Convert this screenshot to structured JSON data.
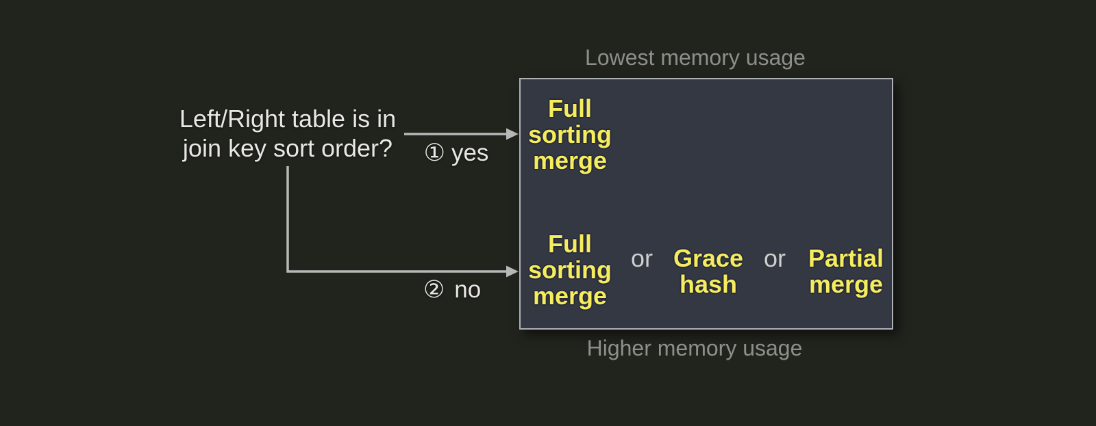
{
  "question": {
    "line1": "Left/Right table is in",
    "line2": "join key sort order?"
  },
  "branch_yes": {
    "marker": "①",
    "label": "yes"
  },
  "branch_no": {
    "marker": "②",
    "label": "no"
  },
  "memory_scale": {
    "top": "Lowest memory usage",
    "bottom": "Higher memory usage"
  },
  "algorithms_box": {
    "sorted_row": {
      "option1": "Full sorting merge"
    },
    "unsorted_row": {
      "option1": "Full sorting merge",
      "separator": "or",
      "option2": "Grace hash",
      "option3": "Partial merge"
    }
  },
  "colors": {
    "background": "#21231d",
    "box_fill": "#343843",
    "box_border": "#aeb1b6",
    "algorithm_text": "#f5ec5e",
    "algorithm_outline": "#262a38",
    "caption_text": "#8f8e8c",
    "question_text": "#e8e7e5",
    "connector": "#b8b8b8",
    "or_text": "#cfcfcf"
  }
}
